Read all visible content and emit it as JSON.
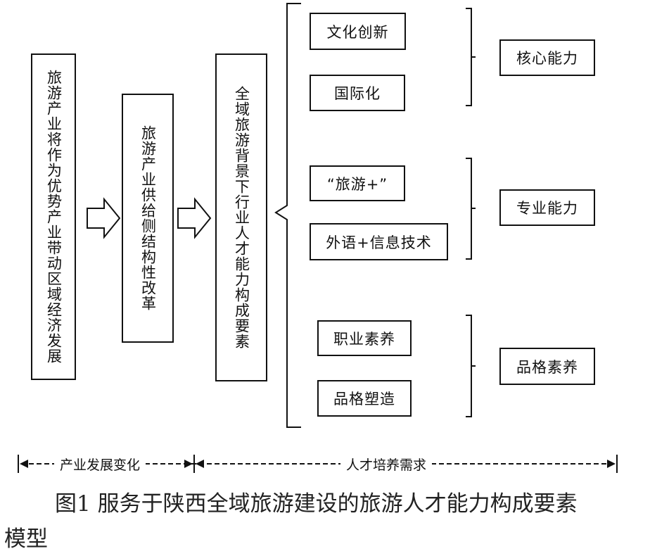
{
  "left_boxes": {
    "box1": "旅游产业将作为优势产业带动区域经济发展",
    "box2": "旅游产业供给侧结构性改革",
    "box3": "全域旅游背景下行业人才能力构成要素"
  },
  "items": {
    "culture_innovation": "文化创新",
    "internationalization": "国际化",
    "tourism_plus": "“旅游+”",
    "language_it": "外语+信息技术",
    "professional_literacy": "职业素养",
    "character_building": "品格塑造"
  },
  "categories": {
    "core": "核心能力",
    "professional": "专业能力",
    "character": "品格素养"
  },
  "bottom_axis": {
    "left_label": "产业发展变化",
    "right_label": "人才培养需求"
  },
  "caption": {
    "line1": "图1  服务于陕西全域旅游建设的旅游人才能力构成要素",
    "line2": "模型"
  }
}
